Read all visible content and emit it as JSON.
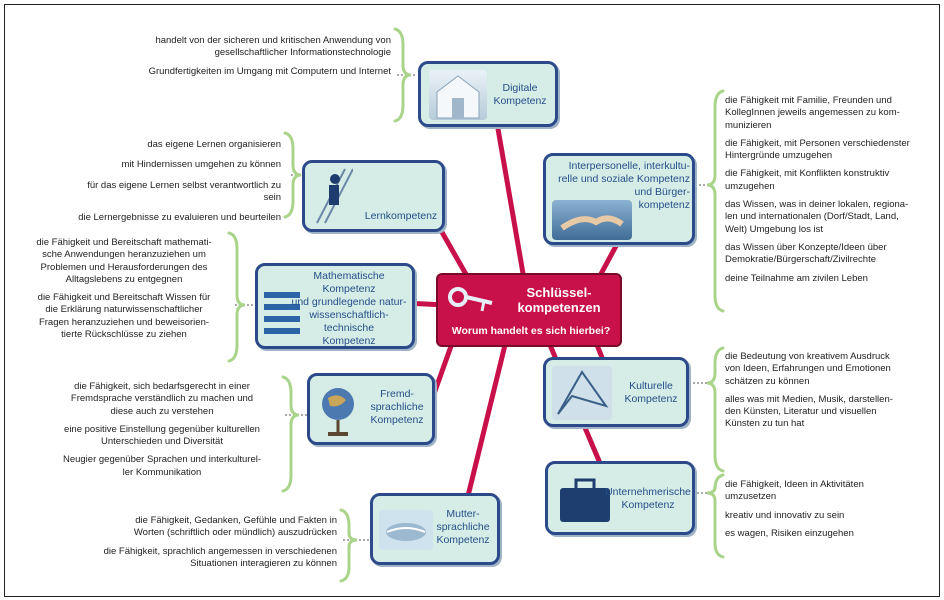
{
  "center": {
    "title": "Schlüssel-\nkompetenzen",
    "question": "Worum handelt es sich hierbei?"
  },
  "boxes": {
    "digital": "Digitale\nKompetenz",
    "lern": "Lernkompetenz",
    "math": "Mathematische Kompetenz\nund grundlegende natur-\nwissenschaftlich-\ntechnische\nKompetenz",
    "fremd": "Fremd-\nsprachliche\nKompetenz",
    "mutter": "Mutter-\nsprachliche\nKompetenz",
    "inter": "Interpersonelle, interkultu-\nrelle und soziale Kompetenz\nund Bürger-\nkompetenz",
    "kultur": "Kulturelle\nKompetenz",
    "unter": "Unternehmerische\nKompetenz"
  },
  "texts": {
    "digital": [
      "handelt von der sicheren und kritischen Anwendung von\ngesellschaftlicher Informationstechnologie",
      "Grundfertigkeiten im Umgang mit Computern und Internet"
    ],
    "lern": [
      "das eigene Lernen organisieren",
      "mit Hindernissen umgehen zu können",
      "für das eigene Lernen selbst verantwortlich zu sein",
      "die Lernergebnisse zu evaluieren und beurteilen"
    ],
    "math": [
      "die Fähigkeit und Bereitschaft mathemati-\nsche Anwendungen heranzuziehen um\nProblemen und Herausforderungen des\nAlltagslebens zu entgegnen",
      "die Fähigkeit und Bereitschaft Wissen für\ndie Erklärung naturwissenschaftlicher\nFragen heranzuziehen und beweisorien-\ntierte Rückschlüsse zu ziehen"
    ],
    "fremd": [
      "die Fähigkeit, sich bedarfsgerecht in einer\nFremdsprache verständlich zu machen und\ndiese auch zu verstehen",
      "eine positive Einstellung gegenüber kulturellen\nUnterschieden und Diversität",
      "Neugier gegenüber Sprachen und interkulturel-\nler Kommunikation"
    ],
    "mutter": [
      "die Fähigkeit, Gedanken, Gefühle und Fakten in\nWorten (schriftlich oder mündlich) auszudrücken",
      "die Fähigkeit, sprachlich angemessen in verschiedenen\nSituationen interagieren zu können"
    ],
    "inter": [
      "die Fähigkeit mit Familie, Freunden und\nKollegInnen jeweils angemessen zu kom-\nmunizieren",
      "die Fähigkeit, mit Personen verschiedenster\nHintergründe umzugehen",
      "die Fähigkeit, mit Konflikten konstruktiv\numzugehen",
      "das Wissen, was in deiner lokalen, regiona-\nlen und internationalen (Dorf/Stadt, Land,\nWelt) Umgebung los ist",
      "das Wissen über Konzepte/Ideen über\nDemokratie/Bürgerschaft/Zivilrechte",
      "deine Teilnahme am zivilen Leben"
    ],
    "kultur": [
      "die Bedeutung von kreativem Ausdruck\nvon Ideen, Erfahrungen und Emotionen\nschätzen zu können",
      "alles was mit Medien, Musik, darstellen-\nden Künsten, Literatur und visuellen\nKünsten zu tun hat"
    ],
    "unter": [
      "die Fähigkeit, Ideen in Aktivitäten\numzusetzen",
      "kreativ und innovativ zu sein",
      "es wagen, Risiken einzugehen"
    ]
  },
  "colors": {
    "connector": "#c8114a",
    "box_border": "#2c4a8a",
    "box_fill": "#d6ece6",
    "brace": "#a9d48a",
    "title_text": "#25508a"
  }
}
